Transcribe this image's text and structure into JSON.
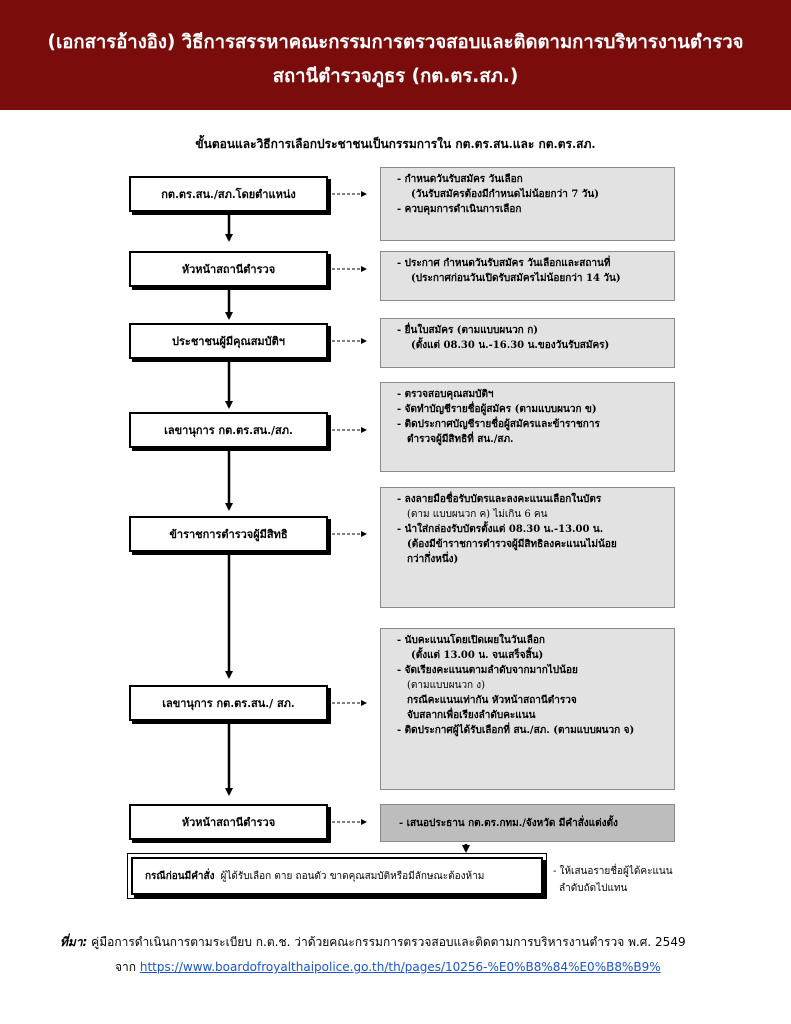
{
  "header": {
    "line1": "(เอกสารอ้างอิง)  วิธีการสรรหาคณะกรรมการตรวจสอบและติดตามการบริหารงานตำรวจ",
    "line2": "สถานีตำรวจภูธร (กต.ตร.สภ.)"
  },
  "diagram": {
    "subtitle": "ขั้นตอนและวิธีการเลือกประชาชนเป็นกรรมการใน กต.ตร.สน.และ กต.ตร.สภ.",
    "steps": [
      {
        "label": "กต.ตร.สน./สภ.โดยตำแหน่ง",
        "note": [
          "-  กำหนดวันรับสมัคร วันเลือก",
          "(วันรับสมัครต้องมีกำหนดไม่น้อยกว่า 7 วัน)",
          "-  ควบคุมการดำเนินการเลือก"
        ]
      },
      {
        "label": "หัวหน้าสถานีตำรวจ",
        "note": [
          "-  ประกาศ กำหนดวันรับสมัคร วันเลือกและสถานที่",
          "(ประกาศก่อนวันเปิดรับสมัครไม่น้อยกว่า 14 วัน)"
        ]
      },
      {
        "label": "ประชาชนผู้มีคุณสมบัติฯ",
        "note": [
          "-  ยื่นใบสมัคร (ตามแบบผนวก ก)",
          "(ตั้งแต่ 08.30 น.-16.30 น.ของวันรับสมัคร)"
        ]
      },
      {
        "label": "เลขานุการ กต.ตร.สน./สภ.",
        "note": [
          "-  ตรวจสอบคุณสมบัติฯ",
          "-  จัดทำบัญชีรายชื่อผู้สมัคร (ตามแบบผนวก ข)",
          "-  ติดประกาศบัญชีรายชื่อผู้สมัครและข้าราชการ",
          "ตำรวจผู้มีสิทธิที่ สน./สภ."
        ]
      },
      {
        "label": "ข้าราชการตำรวจผู้มีสิทธิ",
        "note": [
          "-  ลงลายมือชื่อรับบัตรและลงคะแนนเลือกในบัตร",
          "(ตาม แบบผนวก ค) ไม่เกิน 6  คน",
          "-  นำใส่กล่องรับบัตรตั้งแต่ 08.30 น.-13.00 น.",
          "(ต้องมีข้าราชการตำรวจผู้มีสิทธิลงคะแนนไม่น้อย",
          "กว่ากึ่งหนึ่ง)"
        ]
      },
      {
        "label": "เลขานุการ กต.ตร.สน./ สภ.",
        "note": [
          "-  นับคะแนนโดยเปิดเผยในวันเลือก",
          "(ตั้งแต่ 13.00 น. จนเสร็จสิ้น)",
          "-  จัดเรียงคะแนนตามลำดับจากมากไปน้อย",
          "(ตามแบบผนวก ง)",
          "กรณีคะแนนเท่ากัน    หัวหน้าสถานีตำรวจ",
          "จับสลากเพื่อเรียงลำดับคะแนน",
          "-  ติดประกาศผู้ได้รับเลือกที่ สน./สภ. (ตามแบบผนวก จ)"
        ]
      },
      {
        "label": "หัวหน้าสถานีตำรวจ",
        "note": [
          "-  เสนอประธาน กต.ตร.กทม./จังหวัด มีคำสั่งแต่งตั้ง"
        ]
      }
    ],
    "final_box": {
      "bold": "กรณีก่อนมีคำสั่ง",
      "text": "ผู้ได้รับเลือก ตาย ถอนตัว ขาดคุณสมบัติหรือมีลักษณะต้องห้าม"
    },
    "side_note": [
      "- ให้เสนอรายชื่อผู้ได้คะแนน",
      "ลำดับถัดไปแทน"
    ]
  },
  "source": {
    "label": "ที่มา:",
    "text": " คู่มือการดำเนินการตามระเบียบ ก.ต.ช. ว่าด้วยคณะกรรมการตรวจสอบและติดตามการบริหารงานตำรวจ พ.ศ. 2549",
    "prefix": "จาก ",
    "link": "https://www.boardofroyalthaipolice.go.th/th/pages/10256-%E0%B8%84%E0%B8%B9%"
  },
  "colors": {
    "banner": "#7a0c0c",
    "note_bg": "#e2e2e2",
    "final_note_bg": "#bdbdbd",
    "link": "#1a56c8"
  }
}
